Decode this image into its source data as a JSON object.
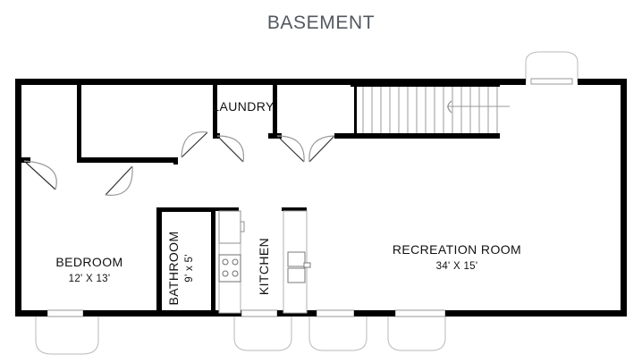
{
  "title": "BASEMENT",
  "title_color": "#53585f",
  "wall_color": "#000000",
  "fixture_color": "#8a8a8a",
  "background": "#ffffff",
  "rooms": [
    {
      "id": "bedroom",
      "name": "BEDROOM",
      "dims": "12' X 13'",
      "orientation": "horizontal"
    },
    {
      "id": "bathroom",
      "name": "BATHROOM",
      "dims": "9' x 5'",
      "orientation": "vertical"
    },
    {
      "id": "kitchen",
      "name": "KITCHEN",
      "dims": "",
      "orientation": "vertical"
    },
    {
      "id": "laundry",
      "name": "LAUNDRY",
      "dims": "",
      "orientation": "horizontal"
    },
    {
      "id": "recreation",
      "name": "RECREATION ROOM",
      "dims": "34' X 15'",
      "orientation": "horizontal"
    }
  ],
  "features": {
    "staircase": "stairs-up-arrow",
    "stair_direction": "left",
    "stove": "stove-4-burner",
    "refrigerator": "refrigerator-icon",
    "doors": 6,
    "bay_windows": 4,
    "top_window": 1
  }
}
